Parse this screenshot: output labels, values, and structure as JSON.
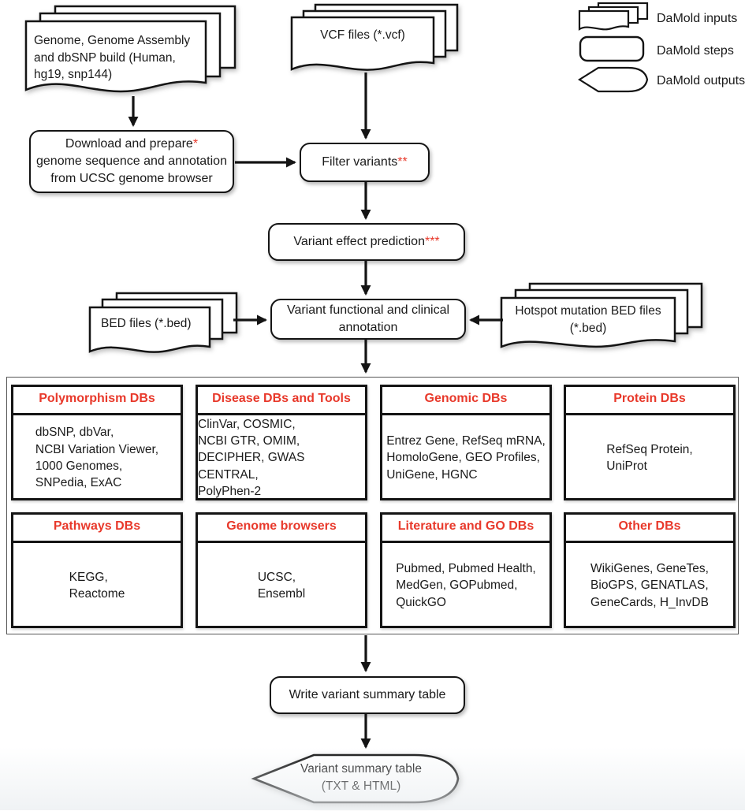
{
  "colors": {
    "accent_red": "#e8392b",
    "line_black": "#141414"
  },
  "legend": {
    "inputs_label": "DaMold inputs",
    "steps_label": "DaMold steps",
    "outputs_label": "DaMold outputs"
  },
  "inputs": {
    "genome": "Genome, Genome Assembly\nand dbSNP build\n(Human, hg19, snp144)",
    "vcf": "VCF files (*.vcf)",
    "bed": "BED files (*.bed)",
    "hotspot": "Hotspot mutation BED files\n(*.bed)"
  },
  "steps": {
    "download": {
      "label": "Download and prepare",
      "marker": "*",
      "rest": "genome sequence and annotation\nfrom UCSC genome browser"
    },
    "filter": {
      "label": "Filter variants",
      "marker": "**"
    },
    "effect": {
      "label": "Variant effect prediction",
      "marker": "***"
    },
    "annotation": {
      "label": "Variant functional and clinical annotation"
    },
    "write": {
      "label": "Write variant summary table"
    }
  },
  "db_panel": {
    "boxes": [
      {
        "title": "Polymorphism DBs",
        "items": "dbSNP, dbVar,\nNCBI Variation Viewer,\n1000 Genomes,\nSNPedia, ExAC"
      },
      {
        "title": "Disease DBs and Tools",
        "items": "ClinVar, COSMIC,\nNCBI GTR, OMIM,\nDECIPHER, GWAS CENTRAL,\nPolyPhen-2"
      },
      {
        "title": "Genomic DBs",
        "items": "Entrez Gene, RefSeq mRNA,\nHomoloGene, GEO Profiles,\nUniGene, HGNC"
      },
      {
        "title": "Protein DBs",
        "items": "RefSeq Protein,\nUniProt"
      },
      {
        "title": "Pathways DBs",
        "items": "KEGG,\nReactome"
      },
      {
        "title": "Genome browsers",
        "items": "UCSC,\nEnsembl"
      },
      {
        "title": "Literature and GO DBs",
        "items": "Pubmed, Pubmed Health,\nMedGen, GOPubmed,\nQuickGO"
      },
      {
        "title": "Other DBs",
        "items": "WikiGenes, GeneTes,\nBioGPS, GENATLAS,\nGeneCards, H_InvDB"
      }
    ]
  },
  "output": {
    "label": "Variant summary table\n(TXT & HTML)"
  }
}
